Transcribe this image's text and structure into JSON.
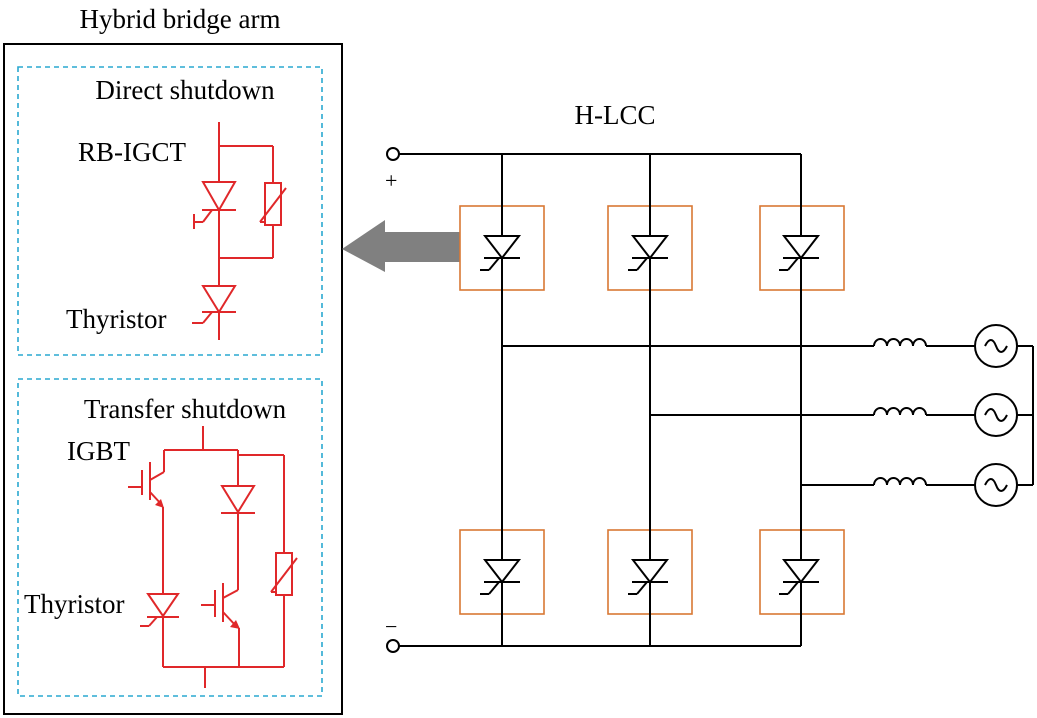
{
  "labels": {
    "hybrid_bridge_arm": "Hybrid bridge arm",
    "direct_shutdown": "Direct shutdown",
    "rb_igct": "RB-IGCT",
    "thyristor_top": "Thyristor",
    "transfer_shutdown": "Transfer shutdown",
    "igbt": "IGBT",
    "thyristor_bottom": "Thyristor",
    "h_lcc": "H-LCC",
    "plus": "+",
    "minus": "−"
  },
  "colors": {
    "wire": "#000000",
    "detail_circuit": "#e0282a",
    "valve_box": "#d97834",
    "section_border": "#2aa8d0",
    "arrow": "#808080"
  },
  "icons": {
    "valve": "thyristor-icon",
    "source": "ac-source-icon",
    "inductor": "inductor-icon"
  }
}
